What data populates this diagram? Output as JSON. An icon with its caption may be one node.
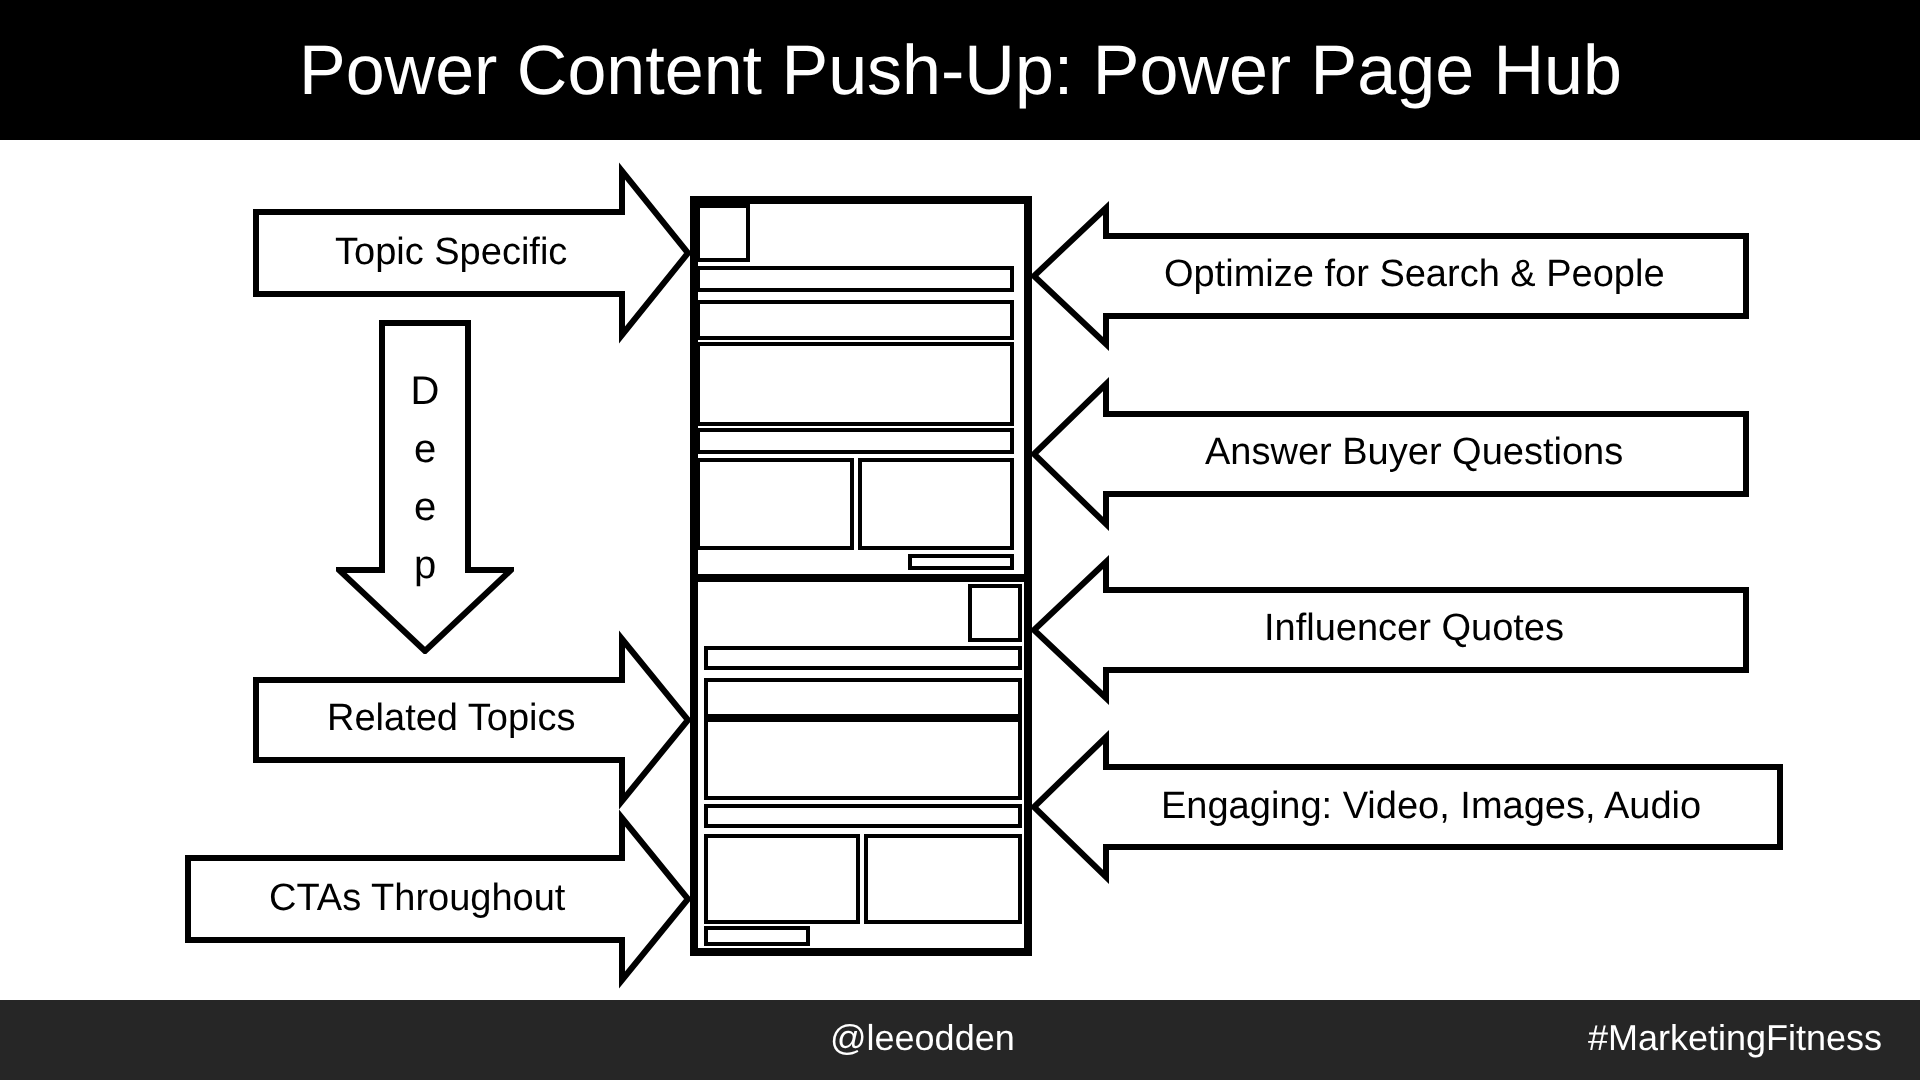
{
  "diagram": {
    "title": "Power Content Push-Up: Power Page Hub",
    "nodes": [
      {
        "text": [
          "Deep"
        ]
      },
      {
        "text": [],
        "shape": "picture"
      }
    ],
    "edges": [
      {
        "from": null,
        "to": 1,
        "arrow": "to",
        "label": "Topic Specific"
      },
      {
        "from": null,
        "to": 1,
        "arrow": "to",
        "label": "Related Topics"
      },
      {
        "from": null,
        "to": 1,
        "arrow": "to",
        "label": "CTAs Throughout"
      },
      {
        "from": null,
        "to": 1,
        "arrow": "to",
        "label": "Optimize for Search & People"
      },
      {
        "from": null,
        "to": 1,
        "arrow": "to",
        "label": "Answer Buyer Questions"
      },
      {
        "from": null,
        "to": 1,
        "arrow": "to",
        "label": "Influencer Quotes"
      },
      {
        "from": null,
        "to": 1,
        "arrow": "to",
        "label": "Engaging: Video, Images, Audio"
      }
    ],
    "labels": [
      "@leeodden",
      "#MarketingFitness"
    ]
  }
}
